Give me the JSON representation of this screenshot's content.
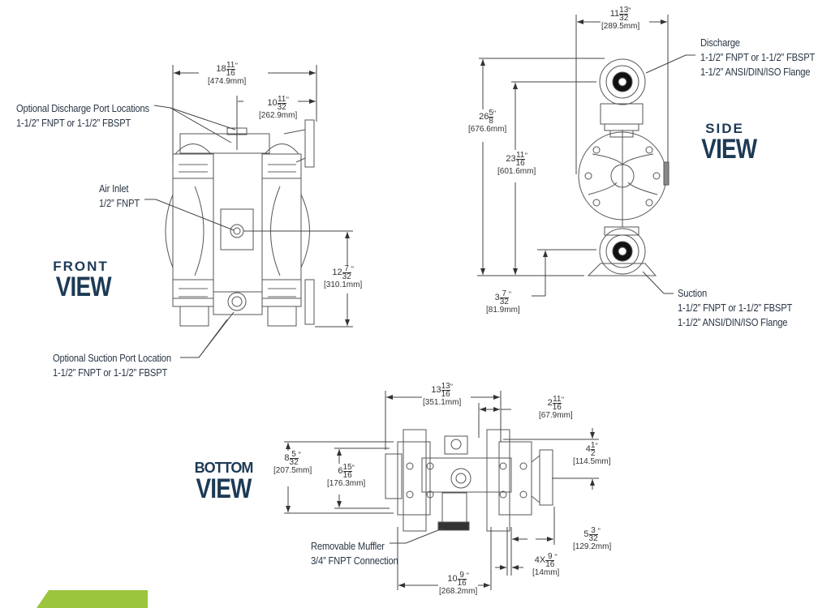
{
  "colors": {
    "navy": "#1d3a55",
    "accent": "#9bc53d",
    "line": "#444444"
  },
  "front": {
    "title_a": "FRONT",
    "title_b": "VIEW",
    "discharge_label": [
      "Optional Discharge Port Locations",
      "1-1/2” FNPT or 1-1/2” FBSPT"
    ],
    "air_label": [
      "Air Inlet",
      "1/2” FNPT"
    ],
    "suction_label": [
      "Optional Suction Port Location",
      "1-1/2” FNPT or 1-1/2” FBSPT"
    ],
    "dims": [
      {
        "whole": "18",
        "num": "11",
        "den": "16",
        "unit": "\"",
        "mm": "[474.9mm]"
      },
      {
        "whole": "10",
        "num": "11",
        "den": "32",
        "unit": "\"",
        "mm": "[262.9mm]"
      },
      {
        "whole": "12",
        "num": "7",
        "den": "32",
        "unit": "\"",
        "mm": "[310.1mm]"
      }
    ]
  },
  "side": {
    "title_a": "SIDE",
    "title_b": "VIEW",
    "discharge_label": [
      "Discharge",
      "1-1/2” FNPT or 1-1/2” FBSPT",
      "1-1/2” ANSI/DIN/ISO Flange"
    ],
    "suction_label": [
      "Suction",
      "1-1/2” FNPT or 1-1/2” FBSPT",
      "1-1/2” ANSI/DIN/ISO Flange"
    ],
    "dims": [
      {
        "whole": "11",
        "num": "13",
        "den": "32",
        "unit": "\"",
        "mm": "[289.5mm]"
      },
      {
        "whole": "26",
        "num": "5",
        "den": "8",
        "unit": "\"",
        "mm": "[676.6mm]"
      },
      {
        "whole": "23",
        "num": "11",
        "den": "16",
        "unit": "\"",
        "mm": "[601.6mm]"
      },
      {
        "whole": "3",
        "num": "7",
        "den": "32",
        "unit": "\"",
        "mm": "[81.9mm]"
      }
    ]
  },
  "bottom": {
    "title_a": "BOTTOM",
    "title_b": "VIEW",
    "muffler_label": [
      "Removable Muffler",
      "3/4” FNPT Connection"
    ],
    "dims": [
      {
        "whole": "13",
        "num": "13",
        "den": "16",
        "unit": "\"",
        "mm": "[351.1mm]"
      },
      {
        "whole": "2",
        "num": "11",
        "den": "16",
        "unit": "\"",
        "mm": "[67.9mm]"
      },
      {
        "whole": "4",
        "num": "1",
        "den": "2",
        "unit": "\"",
        "mm": "[114.5mm]"
      },
      {
        "whole": "8",
        "num": "5",
        "den": "32",
        "unit": "\"",
        "mm": "[207.5mm]"
      },
      {
        "whole": "6",
        "num": "15",
        "den": "16",
        "unit": "\"",
        "mm": "[176.3mm]"
      },
      {
        "whole": "5",
        "num": "3",
        "den": "32",
        "unit": "\"",
        "mm": "[129.2mm]"
      },
      {
        "whole": "4X",
        "num": "9",
        "den": "16",
        "unit": "\"",
        "mm": "[14mm]"
      },
      {
        "whole": "10",
        "num": "9",
        "den": "16",
        "unit": "\"",
        "mm": "[268.2mm]"
      }
    ]
  }
}
